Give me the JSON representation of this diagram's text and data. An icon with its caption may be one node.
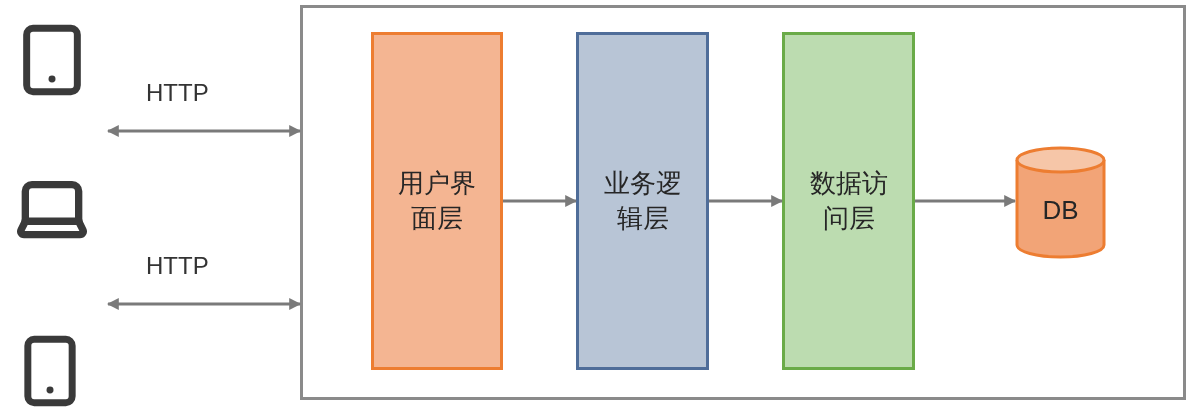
{
  "diagram": {
    "nodes": [
      {
        "text": [],
        "shape": "box"
      },
      {
        "text": [
          "用户界面层"
        ],
        "in": 0
      },
      {
        "text": [
          "业务逻辑层"
        ],
        "in": 0
      },
      {
        "text": [
          "数据访问层"
        ],
        "in": 0
      },
      {
        "text": [
          "DB"
        ],
        "in": 0
      }
    ],
    "edges": [
      {
        "from": null,
        "to": 0,
        "arrow": "both",
        "label": "HTTP"
      },
      {
        "from": null,
        "to": 0,
        "arrow": "both",
        "label": "HTTP"
      },
      {
        "from": 1,
        "to": 2,
        "arrow": "to"
      },
      {
        "from": 2,
        "to": 3,
        "arrow": "to"
      },
      {
        "from": 3,
        "to": 4,
        "arrow": "to"
      }
    ]
  }
}
